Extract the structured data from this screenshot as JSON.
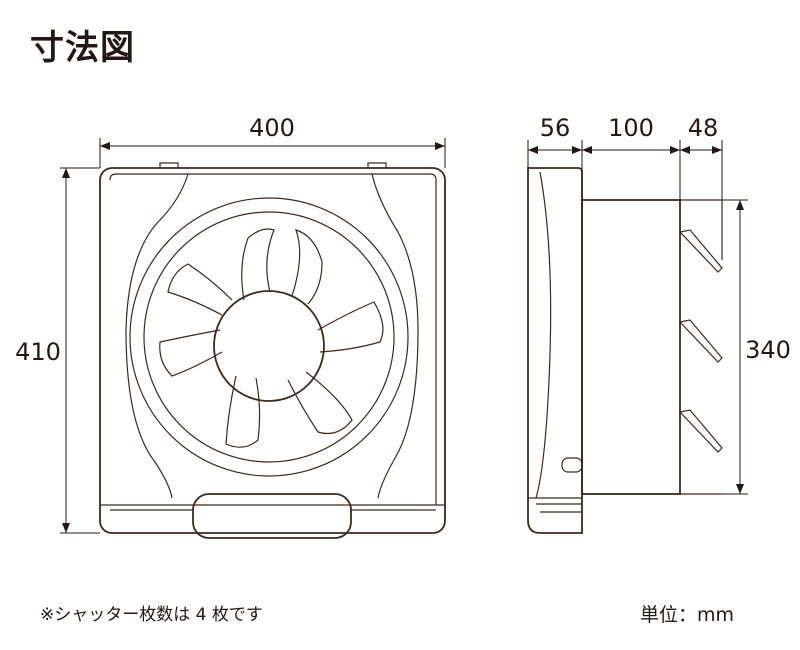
{
  "title": "寸法図",
  "dimensions": {
    "width": "400",
    "height": "410",
    "depth_front": "56",
    "depth_body": "100",
    "depth_shutter": "48",
    "shutter_height": "340"
  },
  "notes": {
    "shutter": "※シャッター枚数は 4 枚です",
    "unit": "単位：mm"
  }
}
